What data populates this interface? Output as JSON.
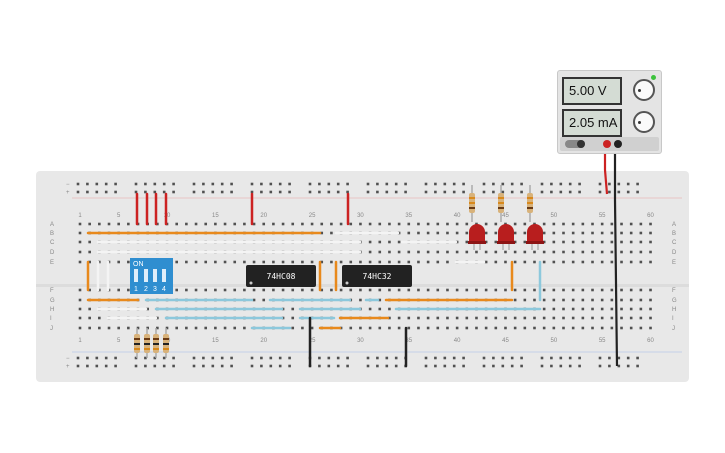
{
  "power_supply": {
    "voltage": "5.00 V",
    "current": "2.05 mA"
  },
  "chips": [
    {
      "label": "74HC08"
    },
    {
      "label": "74HC32"
    }
  ],
  "dip_switch": {
    "on_label": "ON",
    "positions": [
      "1",
      "2",
      "3",
      "4"
    ]
  },
  "breadboard": {
    "row_labels_top": [
      "A",
      "B",
      "C",
      "D",
      "E"
    ],
    "row_labels_bottom": [
      "F",
      "G",
      "H",
      "I",
      "J"
    ],
    "column_numbers": [
      "1",
      "5",
      "10",
      "15",
      "20",
      "25",
      "30",
      "35",
      "40",
      "45",
      "50",
      "55",
      "60"
    ],
    "rail_signs": [
      "−",
      "+"
    ]
  },
  "colors": {
    "board": "#e8e8e8",
    "hole": "#505050",
    "wire_orange": "#e8891c",
    "wire_cyan": "#8cc8dc",
    "wire_white": "#f4f4f4",
    "wire_red": "#cc2222",
    "wire_black": "#222222",
    "led_red": "#b81e1e",
    "dip_blue": "#2f8ed0",
    "chip": "#222222"
  }
}
